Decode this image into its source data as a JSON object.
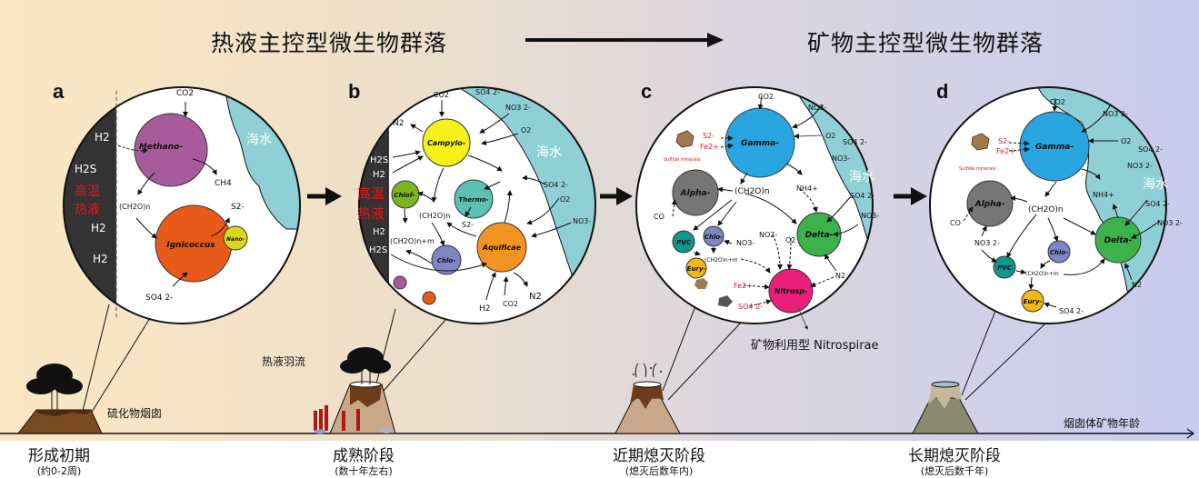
{
  "header": {
    "left_title": "热液主控型微生物群落",
    "right_title": "矿物主控型微生物群落",
    "arrow": "right-arrow"
  },
  "panels": [
    {
      "label": "a",
      "seawater": "海水",
      "fluid_label": [
        "高温",
        "热液"
      ],
      "fluid_species": [
        "H2",
        "H2S",
        "H2",
        "H2"
      ],
      "organisms": [
        {
          "name": "Methano-",
          "color": "#a85b9b"
        },
        {
          "name": "Ignicoccus",
          "color": "#e85a1a"
        },
        {
          "name": "Nano-",
          "color": "#d9d91a"
        }
      ],
      "species": [
        "CO2",
        "CH4",
        "(CH2O)n",
        "S2-",
        "SO4 2-"
      ]
    },
    {
      "label": "b",
      "seawater": "海水",
      "fluid_label": [
        "高温",
        "热液"
      ],
      "fluid_species": [
        "H2S",
        "H2",
        "H2",
        "H2S"
      ],
      "organisms": [
        {
          "name": "Campylo-",
          "color": "#f5f21a"
        },
        {
          "name": "Chlof-",
          "color": "#7bb61e"
        },
        {
          "name": "Thermo-",
          "color": "#5cc1b3"
        },
        {
          "name": "Chlo-",
          "color": "#7f86c4"
        },
        {
          "name": "Aquificae",
          "color": "#f39321"
        }
      ],
      "species": [
        "CO2",
        "N2",
        "SO4 2-",
        "NO3 2-",
        "O2",
        "SO4 2-",
        "O2",
        "NO3-",
        "(CH2O)n",
        "(CH2O)n+m",
        "S2-",
        "H2",
        "CO2",
        "N2"
      ]
    },
    {
      "label": "c",
      "seawater": "海水",
      "mineral_label": "Suflide minerals",
      "organisms": [
        {
          "name": "Gamma-",
          "color": "#29a6df"
        },
        {
          "name": "Alpha-",
          "color": "#767676"
        },
        {
          "name": "Delta-",
          "color": "#3cb24a"
        },
        {
          "name": "PVC",
          "color": "#12958a"
        },
        {
          "name": "Chlo-",
          "color": "#7f86c4"
        },
        {
          "name": "Eury-",
          "color": "#f3b812"
        },
        {
          "name": "Nitrosp-",
          "color": "#ea1f79"
        }
      ],
      "species": [
        "CO2",
        "NO3-",
        "O2",
        "SO4 2-",
        "NO3-",
        "S2-",
        "Fe2+",
        "NH4+",
        "(CH2O)n",
        "CO",
        "SO4 2-",
        "NO3-",
        "NO2-",
        "O2",
        "NO3-",
        "(CH2O)n+m",
        "N2",
        "Fe2+",
        "SO4 2-"
      ],
      "callout": "矿物利用型  Nitrospirae"
    },
    {
      "label": "d",
      "seawater": "海水",
      "mineral_label": "Sulfide minerals",
      "organisms": [
        {
          "name": "Gamma-",
          "color": "#29a6df"
        },
        {
          "name": "Alpha-",
          "color": "#767676"
        },
        {
          "name": "Delta-",
          "color": "#3cb24a"
        },
        {
          "name": "PVC",
          "color": "#12958a"
        },
        {
          "name": "Chlo-",
          "color": "#7f86c4"
        },
        {
          "name": "Eury-",
          "color": "#f3b812"
        }
      ],
      "species": [
        "CO2",
        "NO3 2-",
        "O2",
        "SO4 2-",
        "NO3 2-",
        "S2-",
        "Fe2+",
        "NH4+",
        "(CH2O)n",
        "CO",
        "NO3 2-",
        "SO4 2-",
        "NO3 2-",
        "(CH2O)n+m",
        "N2",
        "SO4 2-"
      ]
    }
  ],
  "bottom": {
    "annotations": {
      "chimney": "硫化物烟囱",
      "plume": "热液羽流",
      "axis": "烟囱体矿物年龄"
    },
    "stages": [
      {
        "name": "形成初期",
        "sub": "(约0-2周)"
      },
      {
        "name": "成熟阶段",
        "sub": "(数十年左右)"
      },
      {
        "name": "近期熄灭阶段",
        "sub": "(熄灭后数年内)"
      },
      {
        "name": "长期熄灭阶段",
        "sub": "(熄灭后数千年)"
      }
    ]
  },
  "colors": {
    "seawater": "#8fd0d6",
    "fluid": "#333333",
    "fluid_text": "#e8141a",
    "mineral_text": "#e8141a"
  }
}
